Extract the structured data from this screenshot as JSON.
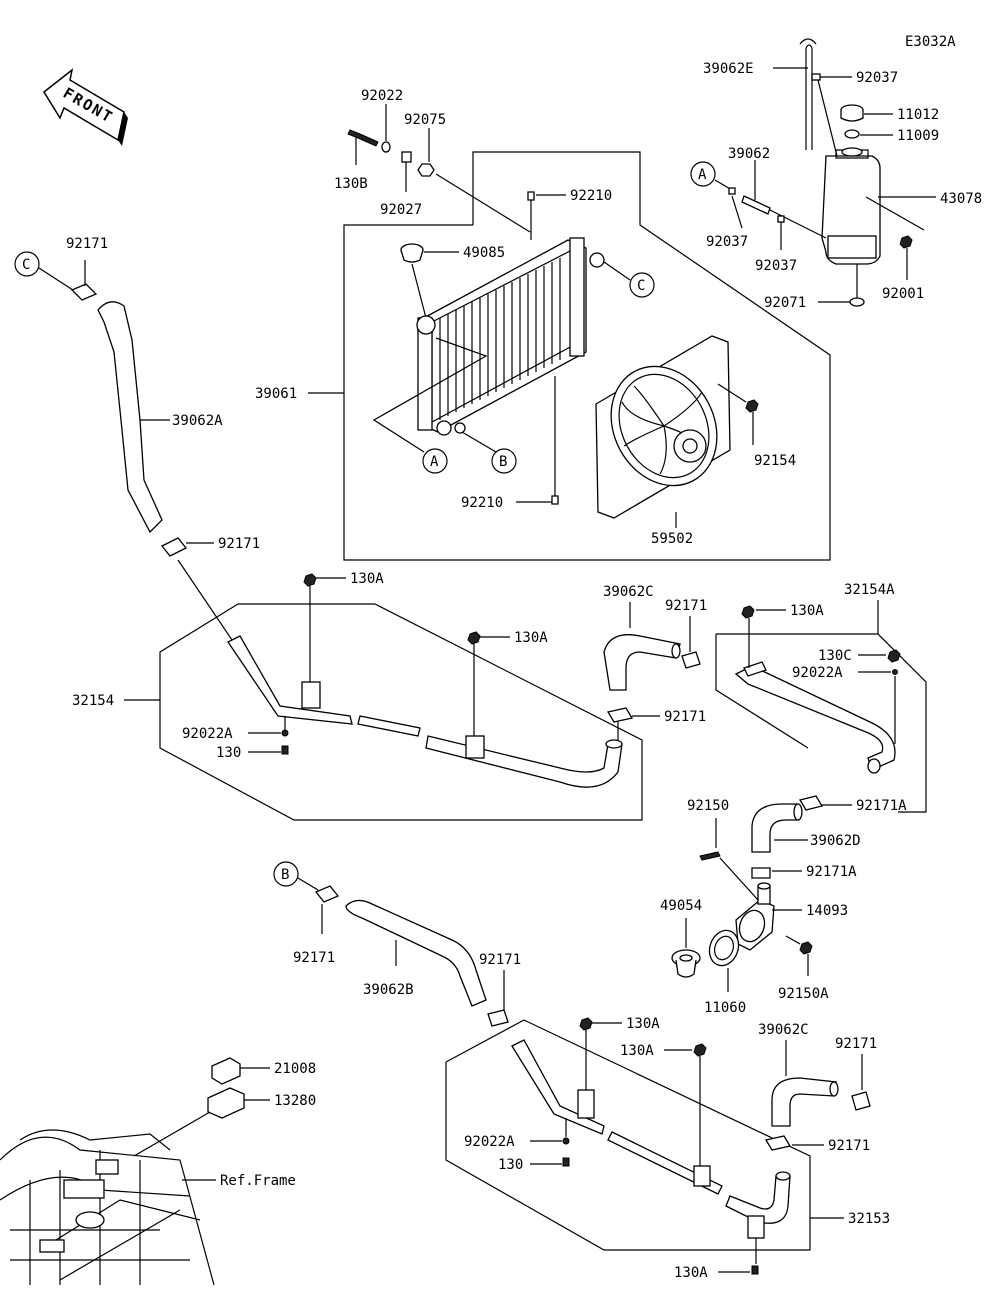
{
  "diagram_code": "E3032A",
  "front_label": "FRONT",
  "callouts": {
    "a": "A",
    "b": "B",
    "c": "C"
  },
  "labels": {
    "p39062E": "39062E",
    "p92037_top": "92037",
    "p11012": "11012",
    "p11009": "11009",
    "p39062": "39062",
    "p43078": "43078",
    "p92037_left": "92037",
    "p92037_mid": "92037",
    "p92071": "92071",
    "p92001": "92001",
    "p92022": "92022",
    "p92075": "92075",
    "p130B": "130B",
    "p92027": "92027",
    "p92210_top": "92210",
    "p49085": "49085",
    "p92171_c": "92171",
    "p39061": "39061",
    "p92154": "92154",
    "p39062A": "39062A",
    "p92210_bot": "92210",
    "p59502": "59502",
    "p92171_a": "92171",
    "p130A_1": "130A",
    "p130A_2": "130A",
    "p39062C_1": "39062C",
    "p92171_r": "92171",
    "p32154A": "32154A",
    "p130A_3": "130A",
    "p130C": "130C",
    "p92022A_r": "92022A",
    "p32154": "32154",
    "p92171_m": "92171",
    "p92022A_l": "92022A",
    "p130_l": "130",
    "p92171A_1": "92171A",
    "p92150": "92150",
    "p39062D": "39062D",
    "p92171A_2": "92171A",
    "p49054": "49054",
    "p14093": "14093",
    "p92171_b": "92171",
    "p39062B": "39062B",
    "p92171_b2": "92171",
    "p11060": "11060",
    "p92150A": "92150A",
    "p130A_4": "130A",
    "p130A_5": "130A",
    "p39062C_2": "39062C",
    "p92171_br": "92171",
    "p21008": "21008",
    "p13280": "13280",
    "p92022A_b": "92022A",
    "p130_b": "130",
    "p92171_br2": "92171",
    "pRefFrame": "Ref.Frame",
    "p32153": "32153",
    "p130A_6": "130A"
  }
}
